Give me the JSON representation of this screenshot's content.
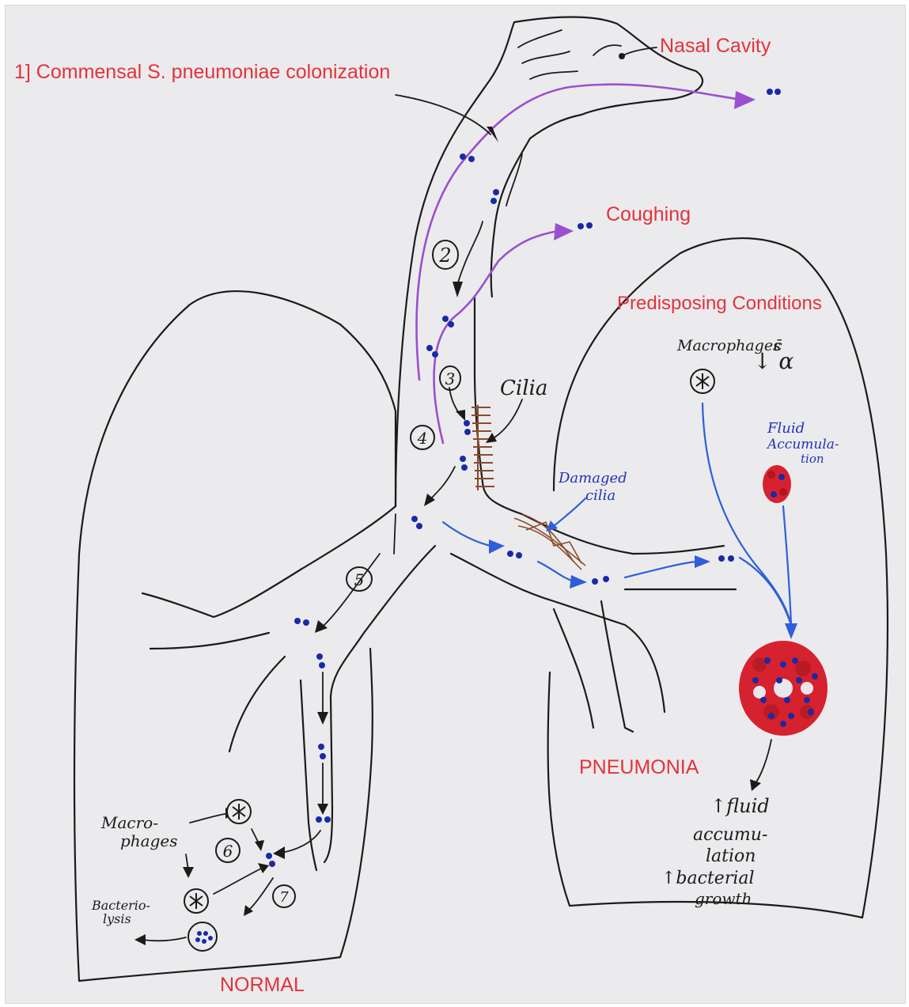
{
  "labels": {
    "title": "1] Commensal S. pneumoniae colonization",
    "nasal_cavity": "Nasal Cavity",
    "coughing": "Coughing",
    "predisposing": "Predisposing Conditions",
    "macrophages_right": "Macrophages",
    "macrophages_right_suffix": "c̄",
    "macrophages_right_arrow": "↓ α",
    "cilia": "Cilia",
    "damaged_cilia_1": "Damaged",
    "damaged_cilia_2": "cilia",
    "fluid_top_1": "Fluid",
    "fluid_top_2": "Accumula-",
    "fluid_top_3": "tion",
    "pneumonia": "PNEUMONIA",
    "normal": "NORMAL",
    "macrophages_left_1": "Macro-",
    "macrophages_left_2": "phages",
    "bacteriolysis_1": "Bacterio-",
    "bacteriolysis_2": "lysis",
    "outcome_1": "↑fluid",
    "outcome_2": "accumu-",
    "outcome_3": "lation",
    "outcome_4": "↑bacterial",
    "outcome_5": "growth"
  },
  "steps": [
    "2",
    "3",
    "4",
    "5",
    "6",
    "7"
  ],
  "colors": {
    "red_text": "#e5323a",
    "purple_arrow": "#9b4fd0",
    "blue_arrow": "#2f5fd8",
    "bacteria": "#1a2aa6",
    "cilia": "#8b4a2b",
    "infection": "#d6222e"
  }
}
